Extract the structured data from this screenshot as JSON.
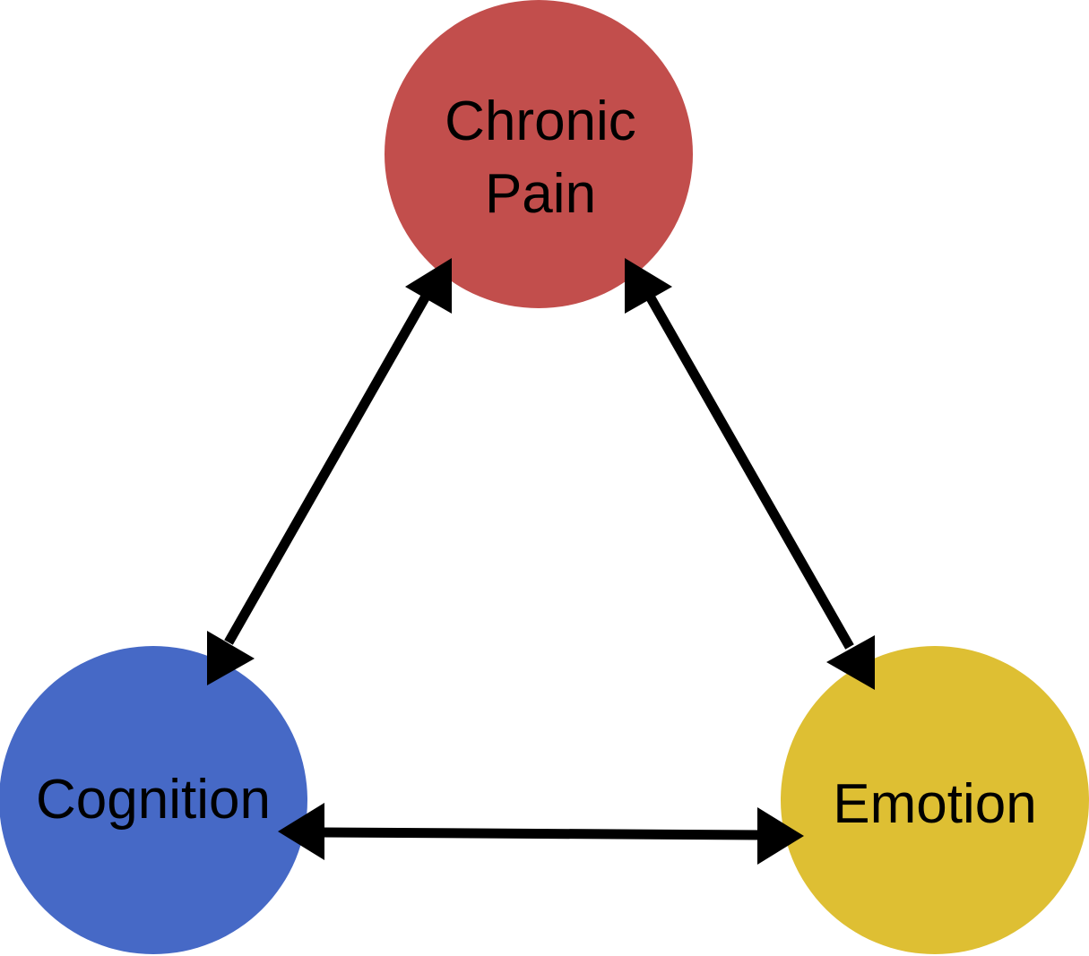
{
  "nodes": {
    "pain": {
      "line1": "Chronic",
      "line2": "Pain",
      "color": "#c24e4c"
    },
    "cognition": {
      "label": "Cognition",
      "color": "#4669c6"
    },
    "emotion": {
      "label": "Emotion",
      "color": "#debf33"
    }
  },
  "edges": [
    {
      "from": "pain",
      "to": "cognition",
      "bidirectional": true
    },
    {
      "from": "pain",
      "to": "emotion",
      "bidirectional": true
    },
    {
      "from": "cognition",
      "to": "emotion",
      "bidirectional": true
    }
  ],
  "arrow_color": "#000000"
}
